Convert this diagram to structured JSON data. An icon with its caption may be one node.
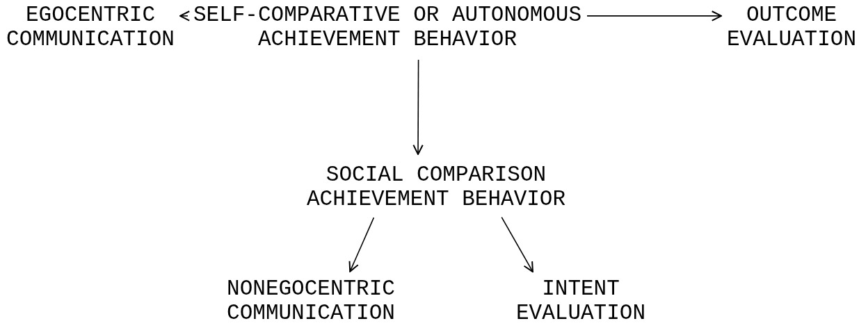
{
  "diagram": {
    "nodes": [
      {
        "text": [
          "SELF-COMPARATIVE OR AUTONOMOUS ACHIEVEMENT BEHAVIOR"
        ]
      },
      {
        "text": [
          "EGOCENTRIC COMMUNICATION"
        ]
      },
      {
        "text": [
          "OUTCOME EVALUATION"
        ]
      },
      {
        "text": [
          "SOCIAL COMPARISON ACHIEVEMENT BEHAVIOR"
        ]
      },
      {
        "text": [
          "NONEGOCENTRIC COMMUNICATION"
        ]
      },
      {
        "text": [
          "INTENT EVALUATION"
        ]
      }
    ],
    "edges": [
      {
        "from": 0,
        "to": 1,
        "arrow": "to"
      },
      {
        "from": 0,
        "to": 2,
        "arrow": "to"
      },
      {
        "from": 0,
        "to": 3,
        "arrow": "to"
      },
      {
        "from": 3,
        "to": 4,
        "arrow": "to"
      },
      {
        "from": 3,
        "to": 5,
        "arrow": "to"
      }
    ]
  }
}
